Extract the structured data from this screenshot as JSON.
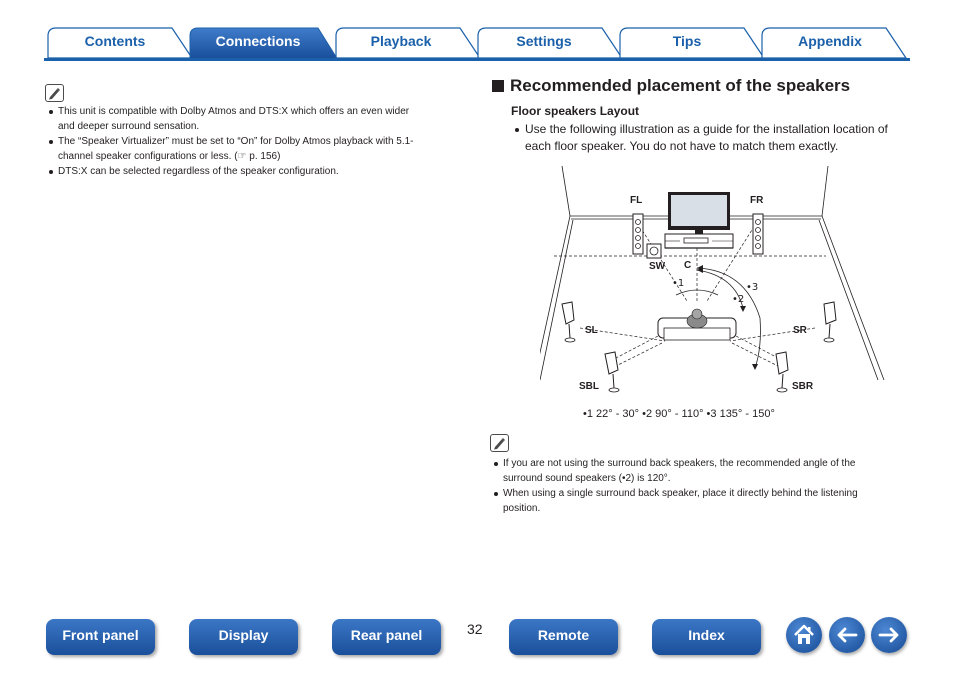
{
  "tabs": [
    {
      "label": "Contents",
      "active": false
    },
    {
      "label": "Connections",
      "active": true
    },
    {
      "label": "Playback",
      "active": false
    },
    {
      "label": "Settings",
      "active": false
    },
    {
      "label": "Tips",
      "active": false
    },
    {
      "label": "Appendix",
      "active": false
    }
  ],
  "left_notes": {
    "icon": "pencil-note-icon",
    "items": [
      "This unit is compatible with Dolby Atmos and DTS:X which offers an even wider",
      "and deeper surround sensation.",
      "The “Speaker Virtualizer” must be set to “On” for Dolby Atmos playback with 5.1-",
      "channel speaker configurations or less.  (",
      "p. 156)",
      "DTS:X can be selected regardless of the speaker configuration."
    ]
  },
  "section": {
    "title": "Recommended placement of the speakers",
    "subtitle": "Floor speakers Layout",
    "intro_line1": "Use the following illustration as a guide for the installation location of",
    "intro_line2": "each floor speaker. You do not have to match them exactly."
  },
  "diagram": {
    "labels": {
      "fl": "FL",
      "fr": "FR",
      "sw": "SW",
      "c": "C",
      "sl": "SL",
      "sr": "SR",
      "sbl": "SBL",
      "sbr": "SBR"
    },
    "angle_marks": {
      "a1": "•1",
      "a2": "•2",
      "a3": "•3"
    },
    "legend": "•1 22° - 30°  •2 90° - 110°  •3 135° - 150°"
  },
  "right_notes": {
    "icon": "pencil-note-icon",
    "items": [
      "If you are not using the surround back speakers, the recommended angle of the",
      "surround sound speakers (•2) is 120°.",
      "When using a single surround back speaker, place it directly behind the listening",
      "position."
    ]
  },
  "bottom_nav": {
    "front_panel": "Front panel",
    "display": "Display",
    "rear_panel": "Rear panel",
    "page_number": "32",
    "remote": "Remote",
    "index": "Index",
    "home_icon": "home-icon",
    "back_icon": "arrow-left-icon",
    "forward_icon": "arrow-right-icon"
  },
  "colors": {
    "tab_blue": "#1b60aa",
    "nav_blue": "#2a64b3",
    "text": "#231f20"
  }
}
